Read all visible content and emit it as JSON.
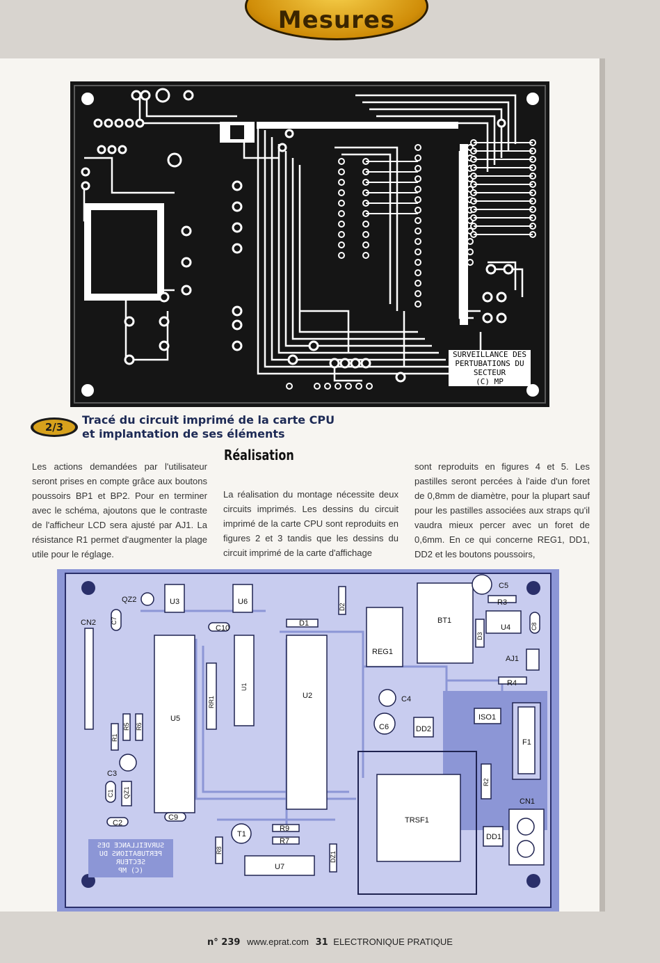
{
  "header": {
    "section_label": "Mesures"
  },
  "figure1": {
    "board_label_lines": [
      "SURVEILLANCE DES",
      "PERTUBATIONS DU",
      "SECTEUR",
      "(C) MP"
    ]
  },
  "caption": {
    "number": "2/3",
    "line1": "Tracé du circuit imprimé de la carte CPU",
    "line2": "et implantation de ses éléments"
  },
  "column1": {
    "text": "Les actions demandées par l'utilisateur seront prises en compte grâce aux boutons poussoirs BP1 et BP2. Pour en terminer avec le schéma, ajoutons que le contraste de l'afficheur LCD sera ajusté par AJ1. La résistance R1 permet d'augmenter la plage utile pour le réglage."
  },
  "column2": {
    "heading": "Réalisation",
    "text": "La réalisation du montage nécessite deux circuits imprimés. Les dessins du circuit imprimé de la carte CPU sont reproduits en figures 2 et 3 tandis que les dessins du circuit imprimé de la carte d'affichage"
  },
  "column3": {
    "text": "sont reproduits en figures 4 et 5. Les pastilles seront percées à l'aide d'un foret de 0,8mm de diamètre, pour la plupart sauf pour les pastilles associées aux straps qu'il vaudra mieux percer avec un foret de 0,6mm. En ce qui concerne REG1, DD1, DD2 et les boutons poussoirs,"
  },
  "figure2": {
    "components": [
      "QZ2",
      "U3",
      "U6",
      "D2",
      "C5",
      "R3",
      "CN2",
      "C7",
      "C10",
      "D1",
      "BT1",
      "D3",
      "U4",
      "C8",
      "REG1",
      "AJ1",
      "RR1",
      "U1",
      "U2",
      "R4",
      "C4",
      "ISO1",
      "R5",
      "R6",
      "U5",
      "C6",
      "DD2",
      "F1",
      "R1",
      "C3",
      "R2",
      "C1",
      "QZ1",
      "TRSF1",
      "CN1",
      "C9",
      "C2",
      "T1",
      "R9",
      "R8",
      "R7",
      "DZ1",
      "DD1",
      "U7"
    ],
    "mirrored_label_lines": [
      "SURVEILLANCE DES",
      "PERTUBATIONS DU",
      "SECTEUR",
      "(C) MP"
    ]
  },
  "footer": {
    "issue": "n° 239",
    "url": "www.eprat.com",
    "page": "31",
    "magazine": "ELECTRONIQUE PRATIQUE"
  },
  "colors": {
    "pcb_dark": "#151515",
    "silk_blue": "#8c96d6",
    "silk_light": "#c8ccef",
    "title_gold": "#d7a11c",
    "caption_navy": "#1d2a55"
  }
}
